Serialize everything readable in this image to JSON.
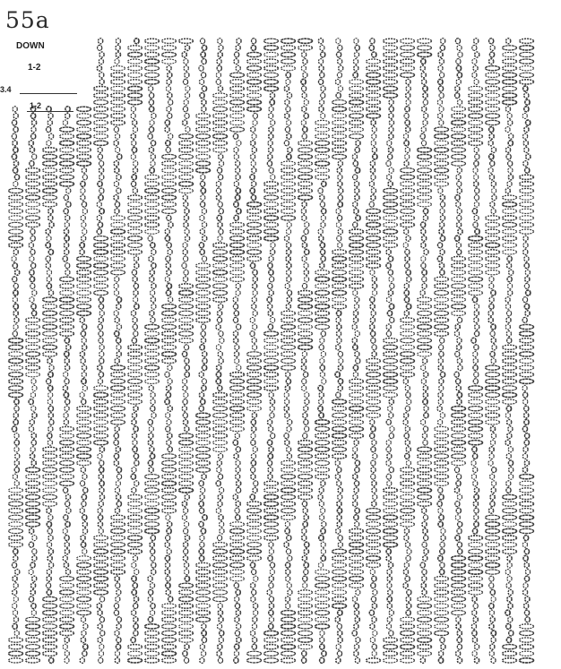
{
  "sheet": {
    "title": "55a",
    "margin_notes": [
      "DOWN",
      "1-2",
      "3.4",
      "1-2"
    ]
  },
  "draft": {
    "description": "hand-drawn weave draft of oval float marks arranged in vertical columns",
    "ink_color": "#3a3a3a"
  }
}
